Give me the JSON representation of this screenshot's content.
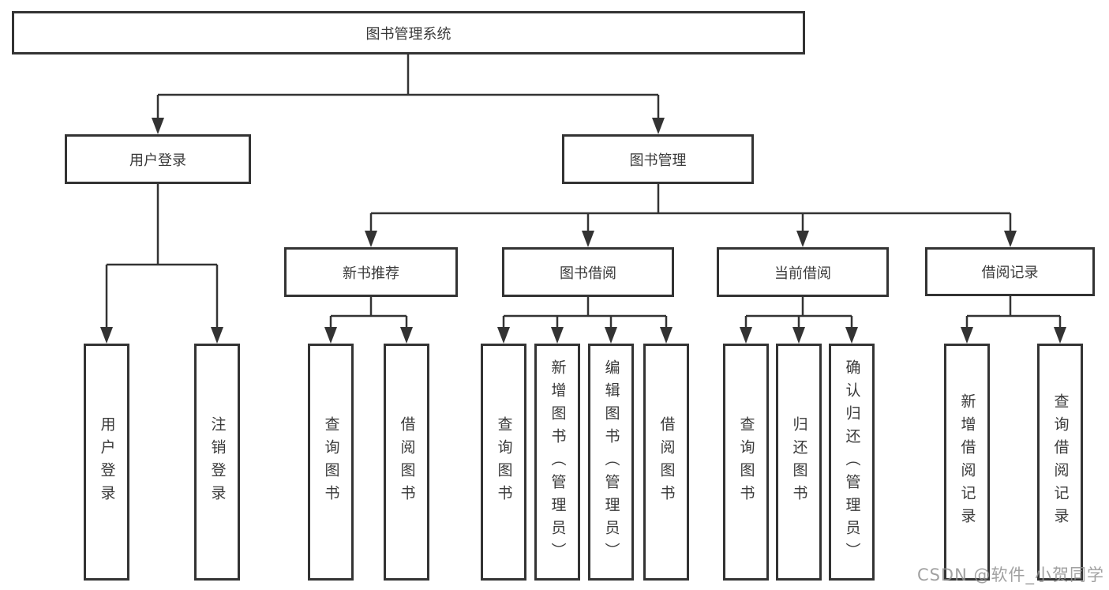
{
  "diagram": {
    "title": "图书管理系统",
    "root": {
      "label": "图书管理系统"
    },
    "branches": [
      {
        "label": "用户登录",
        "leaves": [
          {
            "label": "用户登录"
          },
          {
            "label": "注销登录"
          }
        ]
      },
      {
        "label": "图书管理",
        "groups": [
          {
            "label": "新书推荐",
            "leaves": [
              {
                "label": "查询图书"
              },
              {
                "label": "借阅图书"
              }
            ]
          },
          {
            "label": "图书借阅",
            "leaves": [
              {
                "label": "查询图书"
              },
              {
                "label": "新增图书（管理员）"
              },
              {
                "label": "编辑图书（管理员）"
              },
              {
                "label": "借阅图书"
              }
            ]
          },
          {
            "label": "当前借阅",
            "leaves": [
              {
                "label": "查询图书"
              },
              {
                "label": "归还图书"
              },
              {
                "label": "确认归还（管理员）"
              }
            ]
          },
          {
            "label": "借阅记录",
            "leaves": [
              {
                "label": "新增借阅记录"
              },
              {
                "label": "查询借阅记录"
              }
            ]
          }
        ]
      }
    ]
  },
  "watermark": "CSDN @软件_小贺同学",
  "colors": {
    "line": "#333333",
    "box_border": "#333333",
    "text": "#3a3a3a",
    "watermark": "#919191",
    "background": "#ffffff"
  }
}
